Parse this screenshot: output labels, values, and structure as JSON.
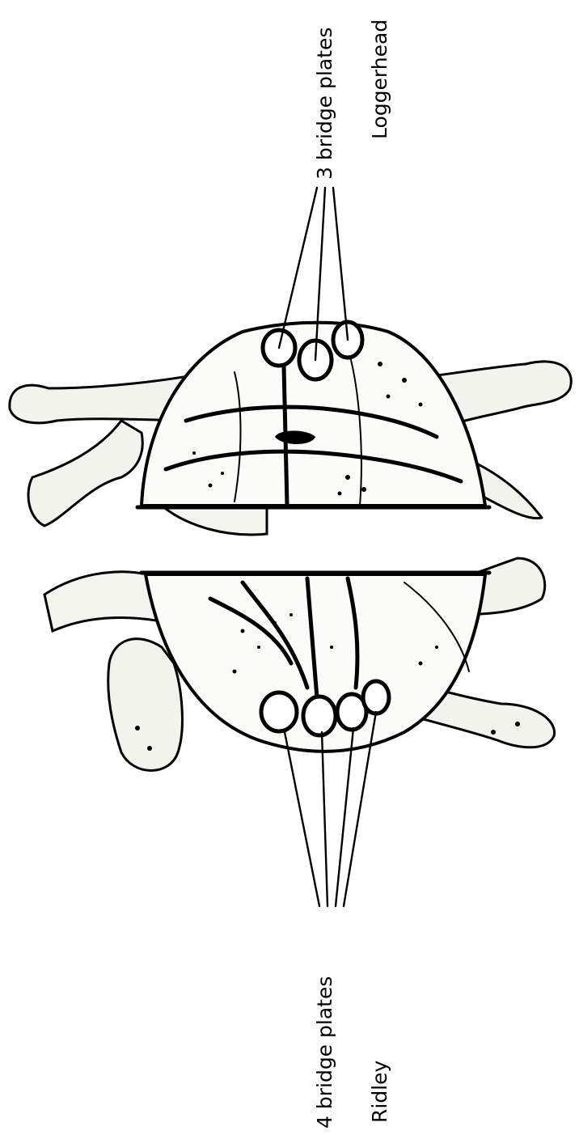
{
  "figure": {
    "specimens": [
      {
        "id": "loggerhead",
        "name": "Loggerhead",
        "callout": "3 bridge plates",
        "bridge_plate_count": 3
      },
      {
        "id": "ridley",
        "name": "Ridley",
        "callout": "4 bridge plates",
        "bridge_plate_count": 4
      }
    ],
    "colors": {
      "ink": "#000000",
      "paper": "#ffffff"
    }
  }
}
